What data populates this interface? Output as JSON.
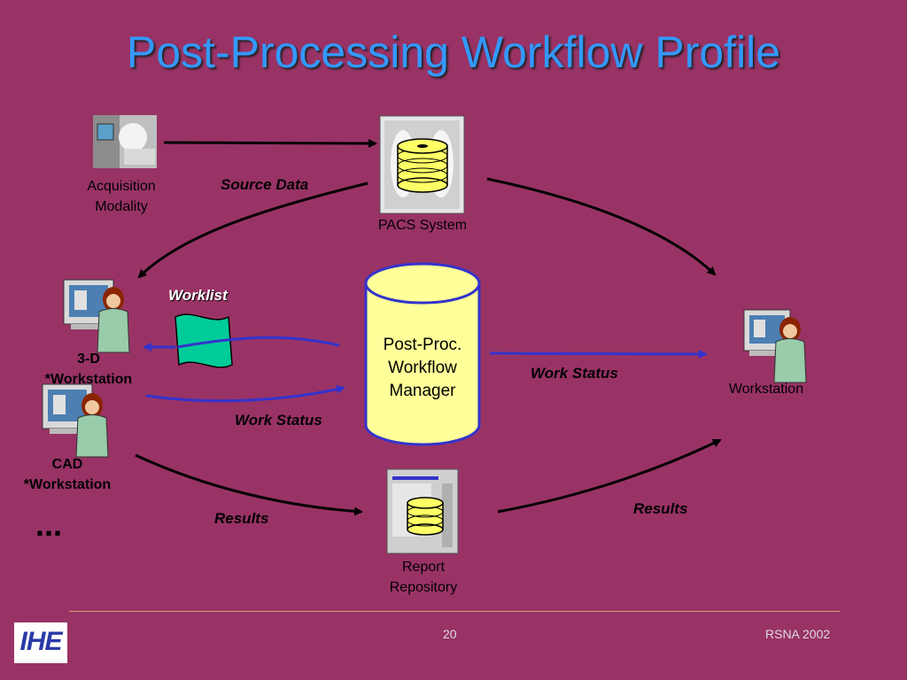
{
  "title": "Post-Processing Workflow Profile",
  "nodes": {
    "acquisition": "Acquisition\nModality",
    "pacs": "PACS System",
    "manager": "Post-Proc.\nWorkflow\nManager",
    "workstation_3d": "3-D\n*Workstation",
    "workstation_cad": "CAD\n*Workstation",
    "workstation": "Workstation",
    "report_repository": "Report\nRepository"
  },
  "flows": {
    "source_data": "Source Data",
    "worklist": "Worklist",
    "work_status_left": "Work Status",
    "work_status_right": "Work Status",
    "results_left": "Results",
    "results_right": "Results"
  },
  "more": "...",
  "footer": {
    "page_number": "20",
    "event": "RSNA 2002",
    "logo": "IHE"
  },
  "colors": {
    "background": "#993366",
    "title": "#3399ff",
    "database": "#ffff99",
    "database_stroke": "#3333cc",
    "worklist_doc": "#00cc99",
    "arrow_blue": "#3333cc"
  }
}
